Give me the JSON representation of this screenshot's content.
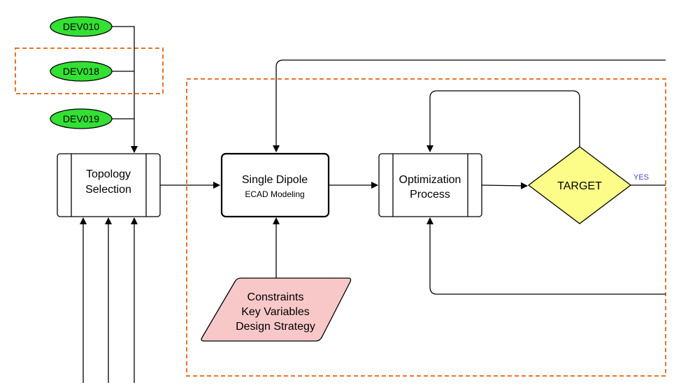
{
  "nodes": {
    "dev010": "DEV010",
    "dev018": "DEV018",
    "dev019": "DEV019",
    "topology": [
      "Topology",
      "Selection"
    ],
    "single_dipole": "Single Dipole",
    "ecad": "ECAD Modeling",
    "optimization": [
      "Optimization",
      "Process"
    ],
    "target": "TARGET",
    "constraints": [
      "Constraints",
      "Key Variables",
      "Design Strategy"
    ]
  },
  "edges": {
    "yes_label": "YES"
  },
  "colors": {
    "device_fill": "#33e033",
    "constraints_fill": "#f8c8c8",
    "target_fill": "#fcfc88",
    "group_border": "#e8742a",
    "yes_text": "#4a4ab8"
  }
}
